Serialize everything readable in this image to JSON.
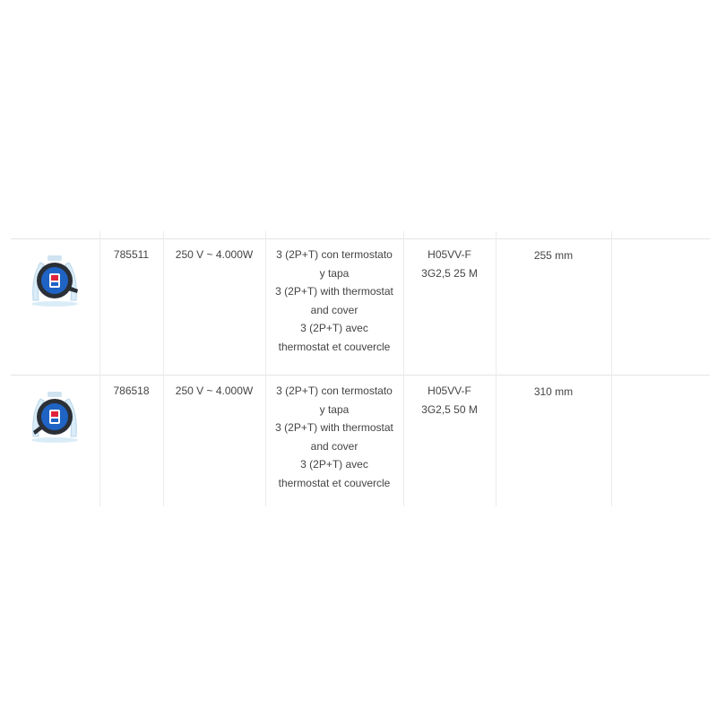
{
  "rows": [
    {
      "image_icon": "cable-reel-icon",
      "ref": "785511",
      "power": "250 V ~ 4.000W",
      "sockets": [
        "3 (2P+T) con termostato",
        "y tapa",
        "3 (2P+T) with thermostat",
        "and cover",
        "3 (2P+T) avec",
        "thermostat et couvercle"
      ],
      "cable": [
        "H05VV-F",
        "3G2,5 25 M"
      ],
      "size": "255 mm"
    },
    {
      "image_icon": "cable-reel-icon",
      "ref": "786518",
      "power": "250 V ~ 4.000W",
      "sockets": [
        "3 (2P+T) con termostato",
        "y tapa",
        "3 (2P+T) with thermostat",
        "and cover",
        "3 (2P+T) avec",
        "thermostat et couvercle"
      ],
      "cable": [
        "H05VV-F",
        "3G2,5 50 M"
      ],
      "size": "310 mm"
    }
  ],
  "colors": {
    "reel_frame": "#d9ecf7",
    "reel_body": "#1f63c4",
    "reel_cable": "#2b2f36",
    "reel_label": "#e0223a"
  }
}
